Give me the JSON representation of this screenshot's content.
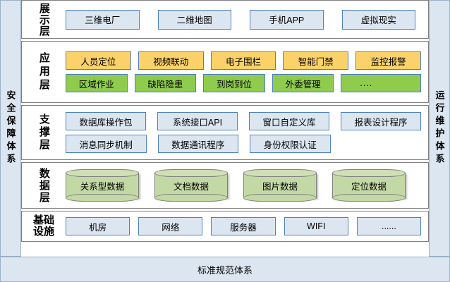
{
  "rails": {
    "left": {
      "label": "安全保障体系"
    },
    "right": {
      "label": "运行维护体系"
    }
  },
  "layers": [
    {
      "id": "presentation",
      "label": "展示层",
      "rows": [
        {
          "items": [
            {
              "text": "三维电厂",
              "style": "blue"
            },
            {
              "text": "二维地图",
              "style": "blue"
            },
            {
              "text": "手机APP",
              "style": "blue"
            },
            {
              "text": "虚拟现实",
              "style": "blue"
            }
          ]
        }
      ]
    },
    {
      "id": "application",
      "label": "应用层",
      "rows": [
        {
          "items": [
            {
              "text": "人员定位",
              "style": "orange"
            },
            {
              "text": "视频联动",
              "style": "orange"
            },
            {
              "text": "电子围栏",
              "style": "orange"
            },
            {
              "text": "智能门禁",
              "style": "orange"
            },
            {
              "text": "监控报警",
              "style": "orange"
            }
          ]
        },
        {
          "items": [
            {
              "text": "区域作业",
              "style": "green"
            },
            {
              "text": "缺陷隐患",
              "style": "green"
            },
            {
              "text": "到岗到位",
              "style": "green"
            },
            {
              "text": "外委管理",
              "style": "green"
            },
            {
              "text": "....",
              "style": "green",
              "dots": true
            }
          ]
        }
      ]
    },
    {
      "id": "support",
      "label": "支撑层",
      "rows": [
        {
          "items": [
            {
              "text": "数据库操作包",
              "style": "blue"
            },
            {
              "text": "系统接口API",
              "style": "blue"
            },
            {
              "text": "窗口自定义库",
              "style": "blue"
            },
            {
              "text": "报表设计程序",
              "style": "blue"
            }
          ]
        },
        {
          "items": [
            {
              "text": "消息同步机制",
              "style": "blue"
            },
            {
              "text": "数据通讯程序",
              "style": "blue"
            },
            {
              "text": "身份权限认证",
              "style": "blue"
            },
            {
              "text": "",
              "style": "empty"
            }
          ]
        }
      ]
    },
    {
      "id": "data",
      "label": "数据层",
      "cylinders": [
        {
          "text": "关系型数据"
        },
        {
          "text": "文档数据"
        },
        {
          "text": "图片数据"
        },
        {
          "text": "定位数据"
        }
      ]
    },
    {
      "id": "infrastructure",
      "label": "基础设施",
      "rows": [
        {
          "items": [
            {
              "text": "机房",
              "style": "blue"
            },
            {
              "text": "网络",
              "style": "blue"
            },
            {
              "text": "服务器",
              "style": "blue"
            },
            {
              "text": "WIFI",
              "style": "blue"
            },
            {
              "text": "......",
              "style": "blue"
            }
          ]
        }
      ]
    }
  ],
  "bottom_bar": {
    "label": "标准规范体系"
  },
  "colors": {
    "blue_fill": "#dce6f1",
    "blue_border": "#4f81bd",
    "orange_fill": "#fbd26a",
    "green_fill": "#8fcc4e",
    "cylinder_fill": "#c3d9a5",
    "rail_fill": "#dce6f1",
    "layer_border": "#808080"
  }
}
